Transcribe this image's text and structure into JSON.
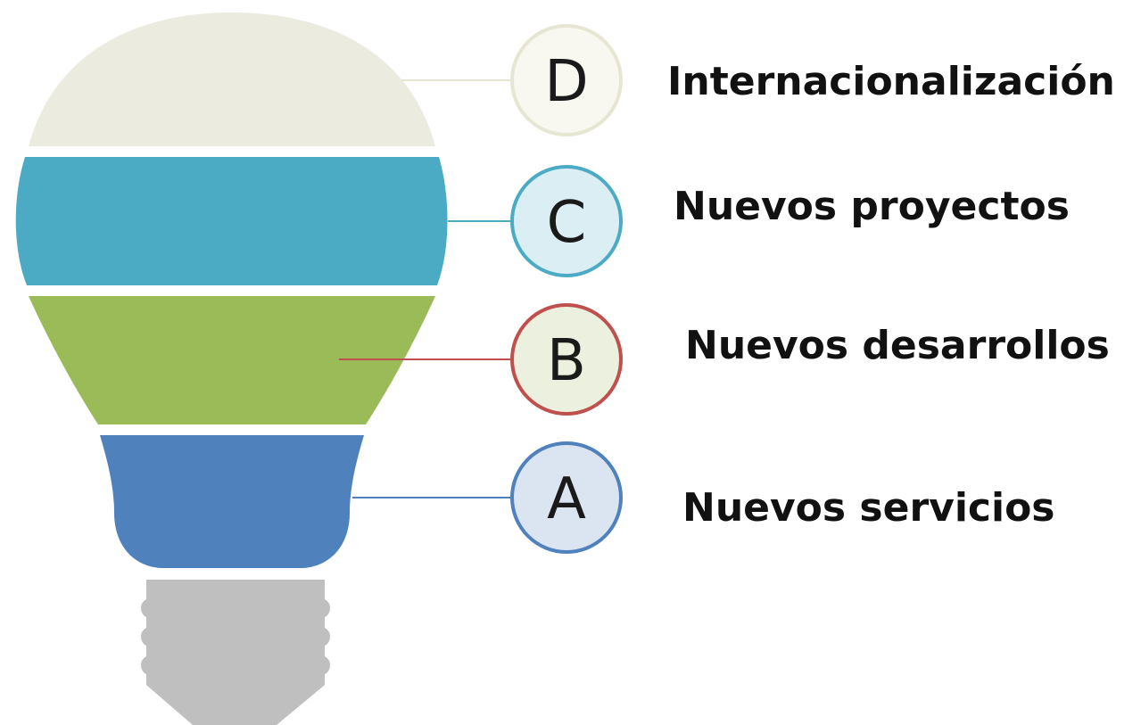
{
  "items": [
    {
      "letter": "D",
      "label": "Internacionalización",
      "color": "#ecebe0",
      "ring": "#e6e6d2",
      "fill": "#f8f8f1"
    },
    {
      "letter": "C",
      "label": "Nuevos proyectos",
      "color": "#4babc5",
      "ring": "#4babc5",
      "fill": "#dbeef3"
    },
    {
      "letter": "B",
      "label": "Nuevos desarrollos",
      "color": "#9bbb59",
      "ring": "#c0504d",
      "fill": "#ebf1de"
    },
    {
      "letter": "A",
      "label": "Nuevos servicios",
      "color": "#4f81bd",
      "ring": "#4f81bd",
      "fill": "#dbe5f1"
    }
  ],
  "base_color": "#bfbfbf"
}
